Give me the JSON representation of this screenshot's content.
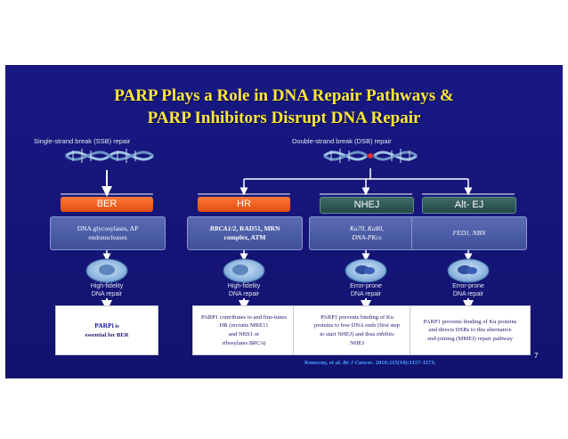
{
  "title": {
    "line1": "PARP Plays a Role in DNA Repair Pathways &",
    "line2": "PARP Inhibitors Disrupt DNA Repair"
  },
  "damage": {
    "single": "Single-strand break (SSB) repair",
    "double": "Double-strand break (DSB) repair"
  },
  "pathways": [
    {
      "label": "BER",
      "color": "#ef5a1c"
    },
    {
      "label": "HR",
      "color": "#ef5a1c"
    },
    {
      "label": "NHEJ",
      "color": "#2f5856"
    },
    {
      "label": "Alt- EJ",
      "color": "#2f5856"
    }
  ],
  "proteins": {
    "ber": "DNA glycosylases, AP endonucleases",
    "hr_italic": "BRCA1/2",
    "hr_rest": ", RAD51, MRN",
    "hr_line2": "complex, ATM",
    "nhej_line1": "Ku70, Ku80,",
    "nhej_line2": "DNA-PKcs",
    "altej": "FED1, NBN"
  },
  "outcomes": [
    {
      "line1": "High-fidelity",
      "line2": "DNA repair"
    },
    {
      "line1": "High-fidelity",
      "line2": "DNA repair"
    },
    {
      "line1": "Error-prone",
      "line2": "DNA repair"
    },
    {
      "line1": "Error-prone",
      "line2": "DNA repair"
    }
  ],
  "roles": {
    "ber_a": "PARPi",
    "ber_b": " is",
    "ber_c": "essential for BER",
    "hr_1": "PARP1 contributes to and fine-tunes",
    "hr_2": "HR (recruits MRE11",
    "hr_3": "and NBS1 or",
    "hr_4a": "ribosylates ",
    "hr_4b": "BRCA",
    "hr_4c": ")",
    "nhej_1": "PARP1 prevents binding of Ku",
    "nhej_2": "proteins to free DNA ends (first step",
    "nhej_3a": "to start NHEJ) and thus ",
    "nhej_3b": "inhibits",
    "nhej_4": "NHEJ",
    "altej_1": "PARP1 prevents binding of Ku proteins",
    "altej_2": "and directs DSBs to this alternative",
    "altej_3": "end-joining (MMEJ) repair pathway"
  },
  "citation": {
    "a": "Konecny, et al. ",
    "b": "Br J Cancer",
    "c": ". 2016;115(10):1157-1173."
  },
  "page_number": "7",
  "colors": {
    "background": "#14147a",
    "title": "#ffe83a",
    "red_pill": "#ef5a1c",
    "green_pill": "#2f5856",
    "card": "#4a5aa6",
    "citation": "#4aa3ff"
  }
}
